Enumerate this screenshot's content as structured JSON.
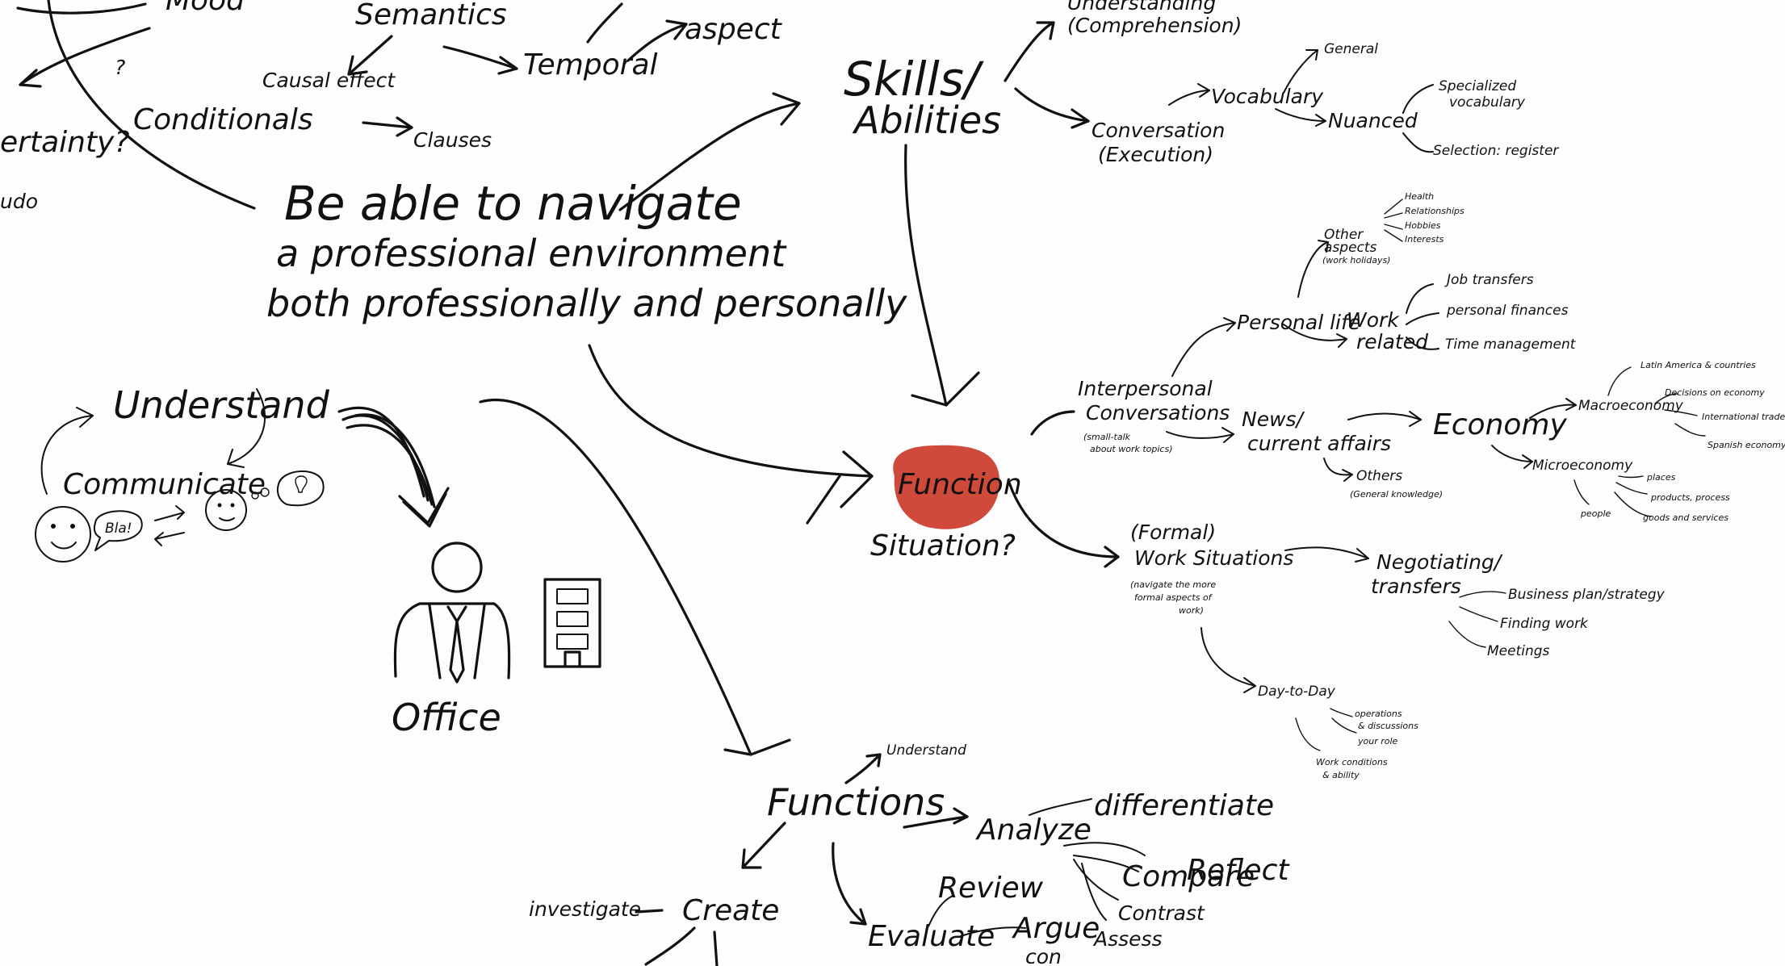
{
  "canvas": {
    "background": "#fdfdfd",
    "ink": "#111111",
    "accent": "#cf4a3a"
  },
  "left_top": {
    "mood": "Mood",
    "semantics": "Semantics",
    "temporal": "Temporal",
    "aspect": "aspect",
    "causal_effect": "Causal effect",
    "clauses": "Clauses",
    "conditionals": "Conditionals",
    "certainty": "ertainty?",
    "edge_fragment": "udo",
    "question_mark": "?"
  },
  "goal": {
    "line1": "Be able to navigate",
    "line2": "a professional environment",
    "line3": "both professionally and personally"
  },
  "communication": {
    "understand": "Understand",
    "communicate": "Communicate",
    "bubble": "Bla!"
  },
  "office": {
    "label": "Office"
  },
  "skills": {
    "title_line1": "Skills/",
    "title_line2": "Abilities",
    "comprehension_line1": "Understanding",
    "comprehension_line2": "(Comprehension)",
    "conversation_line1": "Conversation",
    "conversation_line2": "(Execution)",
    "vocabulary": "Vocabulary",
    "general": "General",
    "nuanced": "Nuanced",
    "specialized_vocab_line1": "Specialized",
    "specialized_vocab_line2": "vocabulary",
    "selection_register": "Selection: register"
  },
  "center": {
    "function": "Function",
    "situation": "Situation?"
  },
  "interpersonal": {
    "title_line1": "Interpersonal",
    "title_line2": "Conversations",
    "note_line1": "(small-talk",
    "note_line2": "about work topics)",
    "personal_life": "Personal life",
    "other_aspects_line1": "Other",
    "other_aspects_line2": "aspects",
    "other_aspects_line3": "(work holidays)",
    "aspect_1": "Health",
    "aspect_2": "Relationships",
    "aspect_3": "Hobbies",
    "aspect_4": "Interests",
    "work_related_line1": "Work",
    "work_related_line2": "related",
    "job_transfers": "Job transfers",
    "personal_finances": "personal finances",
    "time_management": "Time management"
  },
  "news": {
    "title_line1": "News/",
    "title_line2": "current affairs",
    "economy": "Economy",
    "macro": "Macroeconomy",
    "latin_america": "Latin America & countries",
    "decisions": "Decisions on economy",
    "international_trade": "International trade",
    "spanish_economy": "Spanish economy",
    "micro": "Microeconomy",
    "places": "places",
    "products_process": "products, process",
    "people": "people",
    "goods_services": "goods and services",
    "others_line1": "Others",
    "others_line2": "(General knowledge)"
  },
  "formal": {
    "title_line1": "(Formal)",
    "title_line2": "Work Situations",
    "note_line1": "(navigate the more",
    "note_line2": "formal aspects of",
    "note_line3": "work)",
    "negotiating_line1": "Negotiating/",
    "negotiating_line2": "transfers",
    "business_plan": "Business plan/strategy",
    "finding_work": "Finding work",
    "meetings": "Meetings",
    "day_to_day": "Day-to-Day",
    "operations_line1": "operations",
    "operations_line2": "& discussions",
    "your_role": "your role",
    "work_conditions_line1": "Work conditions",
    "work_conditions_line2": "& ability"
  },
  "functions": {
    "title": "Functions",
    "understand": "Understand",
    "analyze": "Analyze",
    "differentiate": "differentiate",
    "reflect": "Reflect",
    "compare": "Compare",
    "contrast": "Contrast",
    "assess": "Assess",
    "create": "Create",
    "investigate": "investigate",
    "evaluate": "Evaluate",
    "review": "Review",
    "argue": "Argue",
    "argue_fragment": "con"
  }
}
